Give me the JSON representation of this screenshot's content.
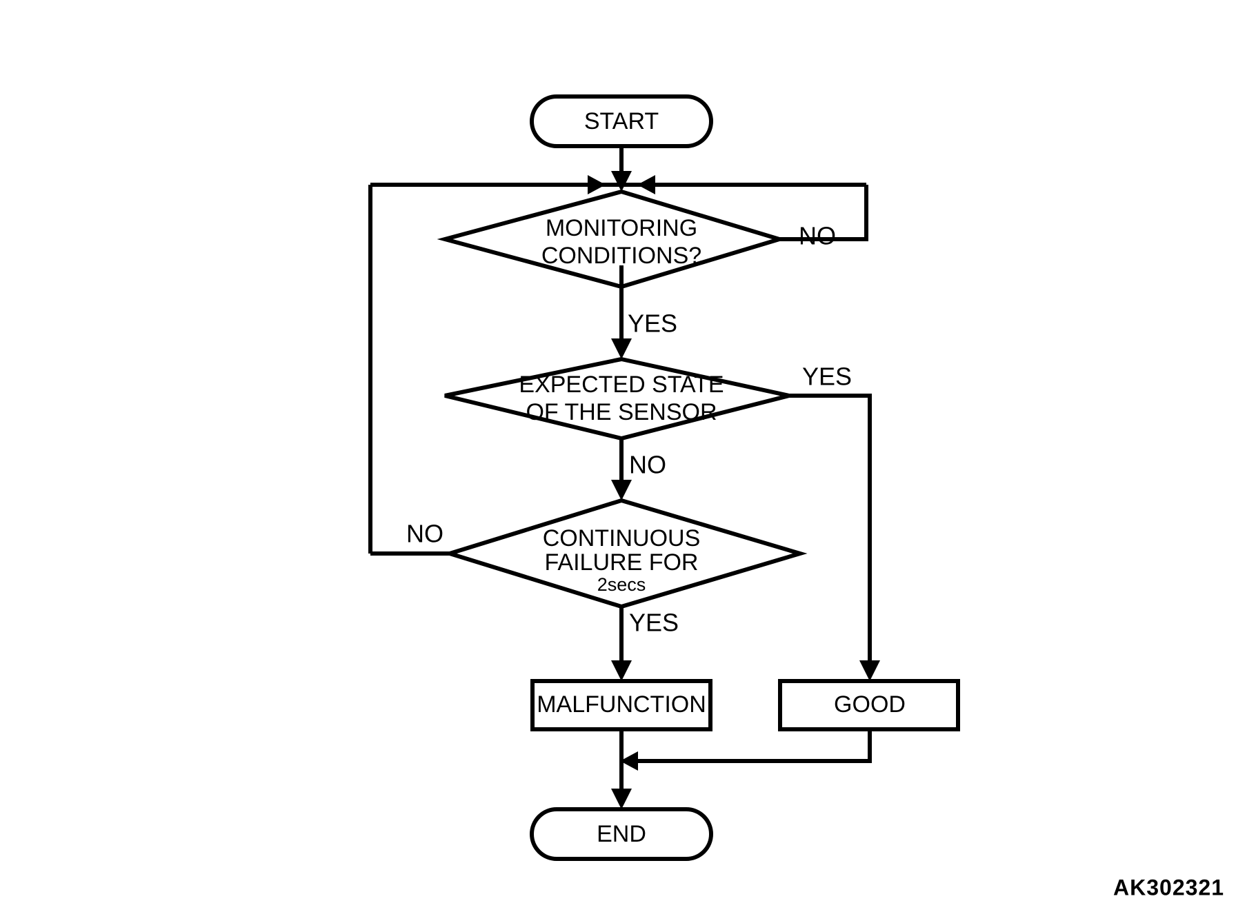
{
  "figure": {
    "code": "AK302321",
    "type": "flowchart",
    "title": "Sensor monitoring diagnostic logic flowchart"
  },
  "nodes": {
    "start": {
      "label": "START",
      "shape": "terminator"
    },
    "decision_monitoring": {
      "line1": "MONITORING",
      "line2": "CONDITIONS?",
      "shape": "decision"
    },
    "decision_expected_state": {
      "line1": "EXPECTED STATE",
      "line2": "OF THE SENSOR",
      "shape": "decision"
    },
    "decision_continuous_failure": {
      "line1": "CONTINUOUS",
      "line2": "FAILURE FOR",
      "line3": "2secs",
      "shape": "decision"
    },
    "process_malfunction": {
      "label": "MALFUNCTION",
      "shape": "process"
    },
    "process_good": {
      "label": "GOOD",
      "shape": "process"
    },
    "end": {
      "label": "END",
      "shape": "terminator"
    }
  },
  "edge_labels": {
    "monitoring_no": "NO",
    "monitoring_yes": "YES",
    "expected_state_yes": "YES",
    "expected_state_no": "NO",
    "continuous_failure_no": "NO",
    "continuous_failure_yes": "YES"
  },
  "colors": {
    "stroke": "#000000",
    "fill": "#ffffff",
    "background": "#ffffff"
  }
}
